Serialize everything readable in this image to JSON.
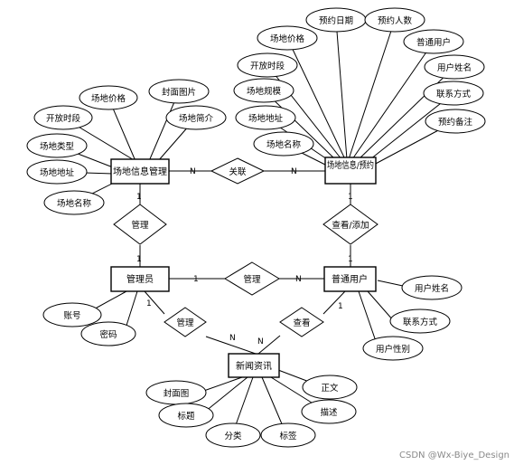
{
  "entities": {
    "venue_info_mgmt": "场地信息管理",
    "venue_booking": "场地信息/预约",
    "admin": "管理员",
    "user": "普通用户",
    "news": "新闻资讯"
  },
  "relationships": {
    "associate": "关联",
    "manage_venue": "管理",
    "view_add": "查看/添加",
    "manage_user": "管理",
    "manage_news": "管理",
    "view_news": "查看"
  },
  "attributes": {
    "mgmt": [
      "开放时段",
      "场地价格",
      "封面图片",
      "场地简介",
      "场地类型",
      "场地地址",
      "场地名称"
    ],
    "booking": [
      "场地价格",
      "预约日期",
      "预约人数",
      "普通用户",
      "开放时段",
      "用户姓名",
      "场地规模",
      "联系方式",
      "场地地址",
      "预约备注",
      "场地名称"
    ],
    "admin": [
      "账号",
      "密码"
    ],
    "user": [
      "用户姓名",
      "联系方式",
      "用户性别"
    ],
    "news": [
      "封面图",
      "标题",
      "分类",
      "标签",
      "描述",
      "正文"
    ]
  },
  "cardinalities": {
    "associate_left": "N",
    "associate_right": "N",
    "mgmt_down": "1",
    "admin_up": "1",
    "booking_down": "1",
    "user_up": "1",
    "admin_user_left": "1",
    "admin_user_right": "N",
    "admin_news_admin": "1",
    "admin_news_news": "N",
    "user_news_user": "1",
    "user_news_news": "N"
  },
  "watermark": "CSDN @Wx-Biye_Design"
}
